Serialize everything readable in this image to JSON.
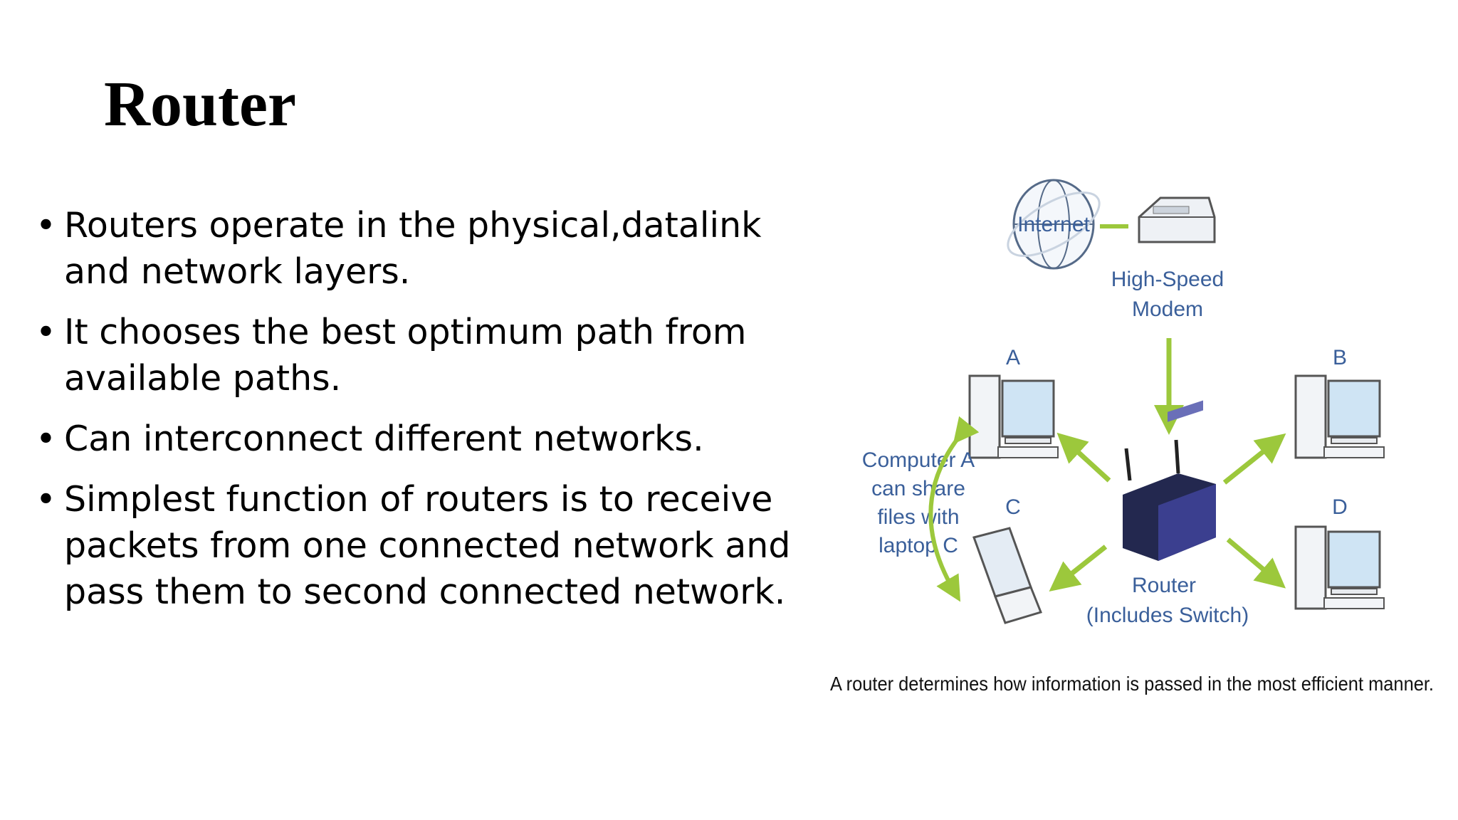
{
  "slide": {
    "title": "Router",
    "bullets": [
      "Routers operate in the physical,datalink and network layers.",
      "It chooses the best optimum path from available paths.",
      "Can interconnect different networks.",
      "Simplest function of routers is to receive packets from one connected network and pass them to second connected network."
    ]
  },
  "diagram": {
    "internet_label": "Internet",
    "modem_label_1": "High-Speed",
    "modem_label_2": "Modem",
    "computer_a": "A",
    "computer_b": "B",
    "computer_c": "C",
    "computer_d": "D",
    "share_note": [
      "Computer A",
      "can share",
      "files with",
      "laptop C"
    ],
    "router_label_1": "Router",
    "router_label_2": "(Includes Switch)",
    "caption": "A router determines how information is passed in the most efficient manner.",
    "colors": {
      "arrow": "#9cc83c",
      "label": "#3a5f9a",
      "router_body": "#3b3f8f"
    }
  }
}
